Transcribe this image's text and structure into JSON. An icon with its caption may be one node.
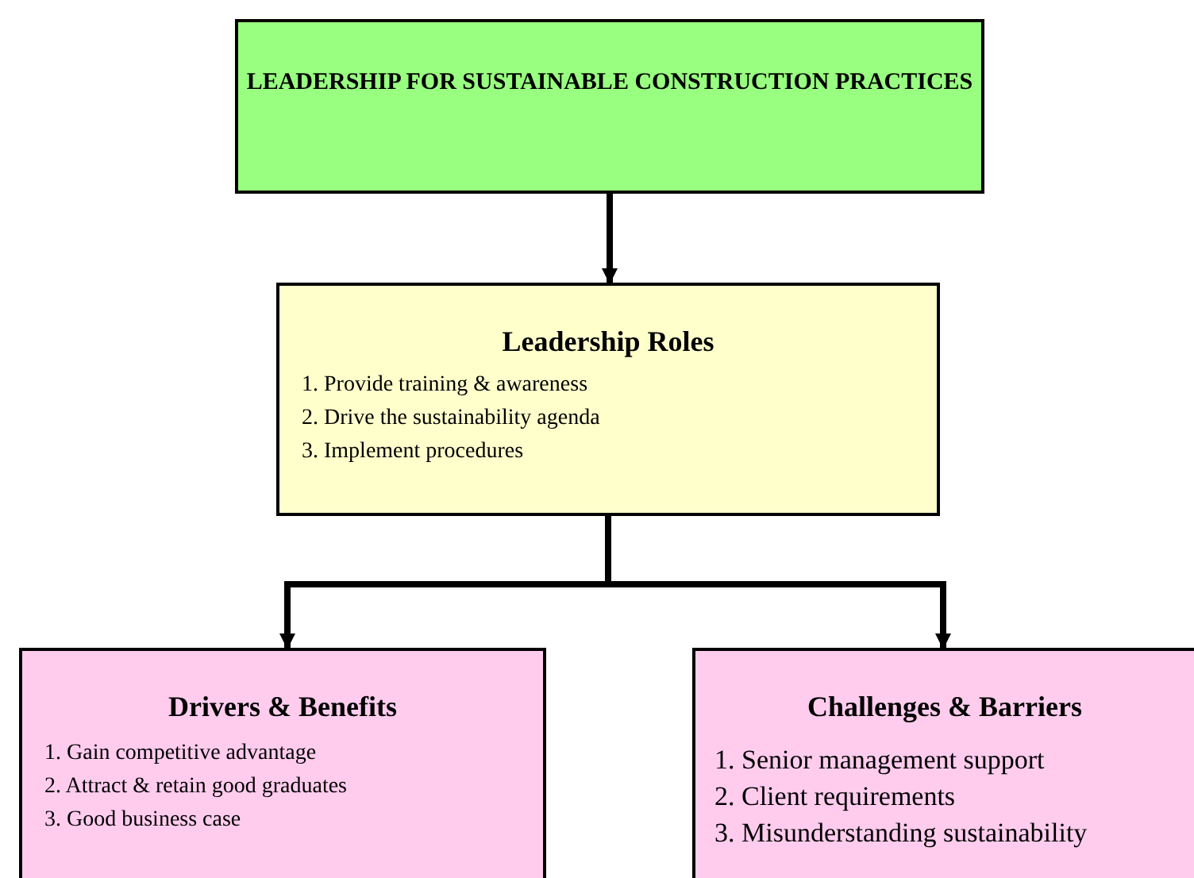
{
  "diagram": {
    "nodes": [
      {
        "text": [
          "LEADERSHIP FOR SUSTAINABLE CONSTRUCTION PRACTICES"
        ]
      },
      {
        "text": [
          "Leadership Roles",
          "1. Provide training & awareness",
          "2. Drive the sustainability agenda",
          "3. Implement procedures"
        ]
      },
      {
        "text": [
          "Drivers & Benefits",
          "1. Gain competitive advantage",
          "2. Attract & retain good graduates",
          "3. Good business case"
        ]
      },
      {
        "text": [
          "Challenges & Barriers",
          "1. Senior management support",
          "2. Client requirements",
          "3. Misunderstanding sustainability"
        ]
      }
    ],
    "edges": [
      {
        "from": 0,
        "to": 1,
        "arrow": "to"
      },
      {
        "from": 1,
        "to": 2,
        "arrow": "to"
      },
      {
        "from": 1,
        "to": 3,
        "arrow": "to"
      }
    ]
  }
}
